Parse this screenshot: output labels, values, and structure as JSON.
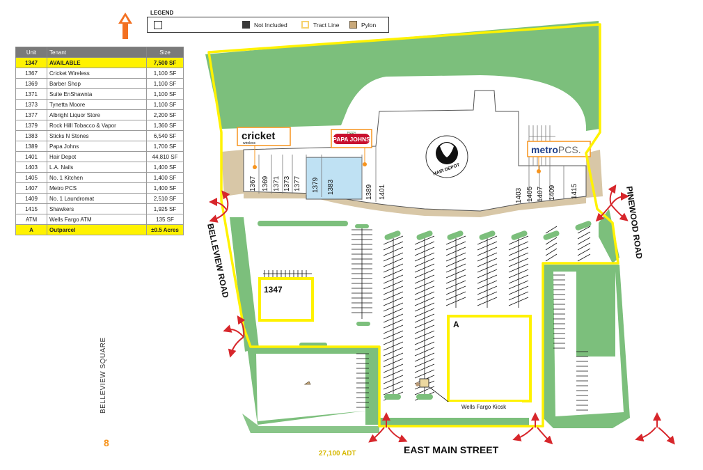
{
  "legend": {
    "title": "LEGEND",
    "items": [
      {
        "label": "Not Included",
        "color": "#3a3a3a"
      },
      {
        "label": "Tract Line",
        "color": "#fff200"
      },
      {
        "label": "Pylon",
        "color": "#c9a97a"
      }
    ]
  },
  "tenant_table": {
    "headers": [
      "Unit",
      "Tenant",
      "Size"
    ],
    "rows": [
      {
        "unit": "1347",
        "tenant": "AVAILABLE",
        "size": "7,500 SF",
        "highlight": true
      },
      {
        "unit": "1367",
        "tenant": "Cricket Wireless",
        "size": "1,100 SF"
      },
      {
        "unit": "1369",
        "tenant": "Barber Shop",
        "size": "1,100 SF"
      },
      {
        "unit": "1371",
        "tenant": "Suite EnShawnta",
        "size": "1,100 SF"
      },
      {
        "unit": "1373",
        "tenant": "Tynetta Moore",
        "size": "1,100 SF"
      },
      {
        "unit": "1377",
        "tenant": "Albright Liquor Store",
        "size": "2,200 SF"
      },
      {
        "unit": "1379",
        "tenant": "Rock Hilll Tobacco & Vapor",
        "size": "1,360 SF"
      },
      {
        "unit": "1383",
        "tenant": "Sticks N Stones",
        "size": "6,540 SF"
      },
      {
        "unit": "1389",
        "tenant": "Papa Johns",
        "size": "1,700 SF"
      },
      {
        "unit": "1401",
        "tenant": "Hair Depot",
        "size": "44,810 SF"
      },
      {
        "unit": "1403",
        "tenant": "L.A. Nails",
        "size": "1,400 SF"
      },
      {
        "unit": "1405",
        "tenant": "No. 1 Kitchen",
        "size": "1,400 SF"
      },
      {
        "unit": "1407",
        "tenant": "Metro PCS",
        "size": "1,400 SF"
      },
      {
        "unit": "1409",
        "tenant": "No. 1 Laundromat",
        "size": "2,510 SF"
      },
      {
        "unit": "1415",
        "tenant": "Shawkers",
        "size": "1,925 SF"
      },
      {
        "unit": "ATM",
        "tenant": "Wells Fargo ATM",
        "size": "135 SF"
      },
      {
        "unit": "A",
        "tenant": "Outparcel",
        "size": "±0.5 Acres",
        "highlight": true
      }
    ]
  },
  "map": {
    "unit_labels": [
      "1367",
      "1369",
      "1371",
      "1373",
      "1377",
      "1379",
      "1383",
      "1389",
      "1401",
      "1403",
      "1405",
      "1407",
      "1409",
      "1415"
    ],
    "pad_labels": {
      "available": "1347",
      "outparcel": "A"
    },
    "kiosk_label": "Wells Fargo Kiosk",
    "logos": {
      "cricket": "cricket",
      "cricket_sub": "wireless",
      "papa_johns": "PAPA JOHNS",
      "papa_johns_top": "PIZZA",
      "metro": "metro",
      "metro_suffix": "PCS.",
      "hair_depot": "HAIR DEPOT"
    },
    "roads": {
      "west": "BELLEVIEW ROAD",
      "east": "PINEWOOD ROAD",
      "south": "EAST MAIN STREET"
    },
    "traffic_count": "27,100 ADT",
    "colors": {
      "green": "#7cbf7c",
      "tract": "#fff200",
      "access_arrow": "#d7262b",
      "highlight_unit": "#bfe1f3",
      "building": "#ffffff",
      "sidewalk": "#d8c7a7"
    }
  },
  "footer": {
    "side_title": "BELLEVIEW SQUARE",
    "page_number": "8"
  }
}
